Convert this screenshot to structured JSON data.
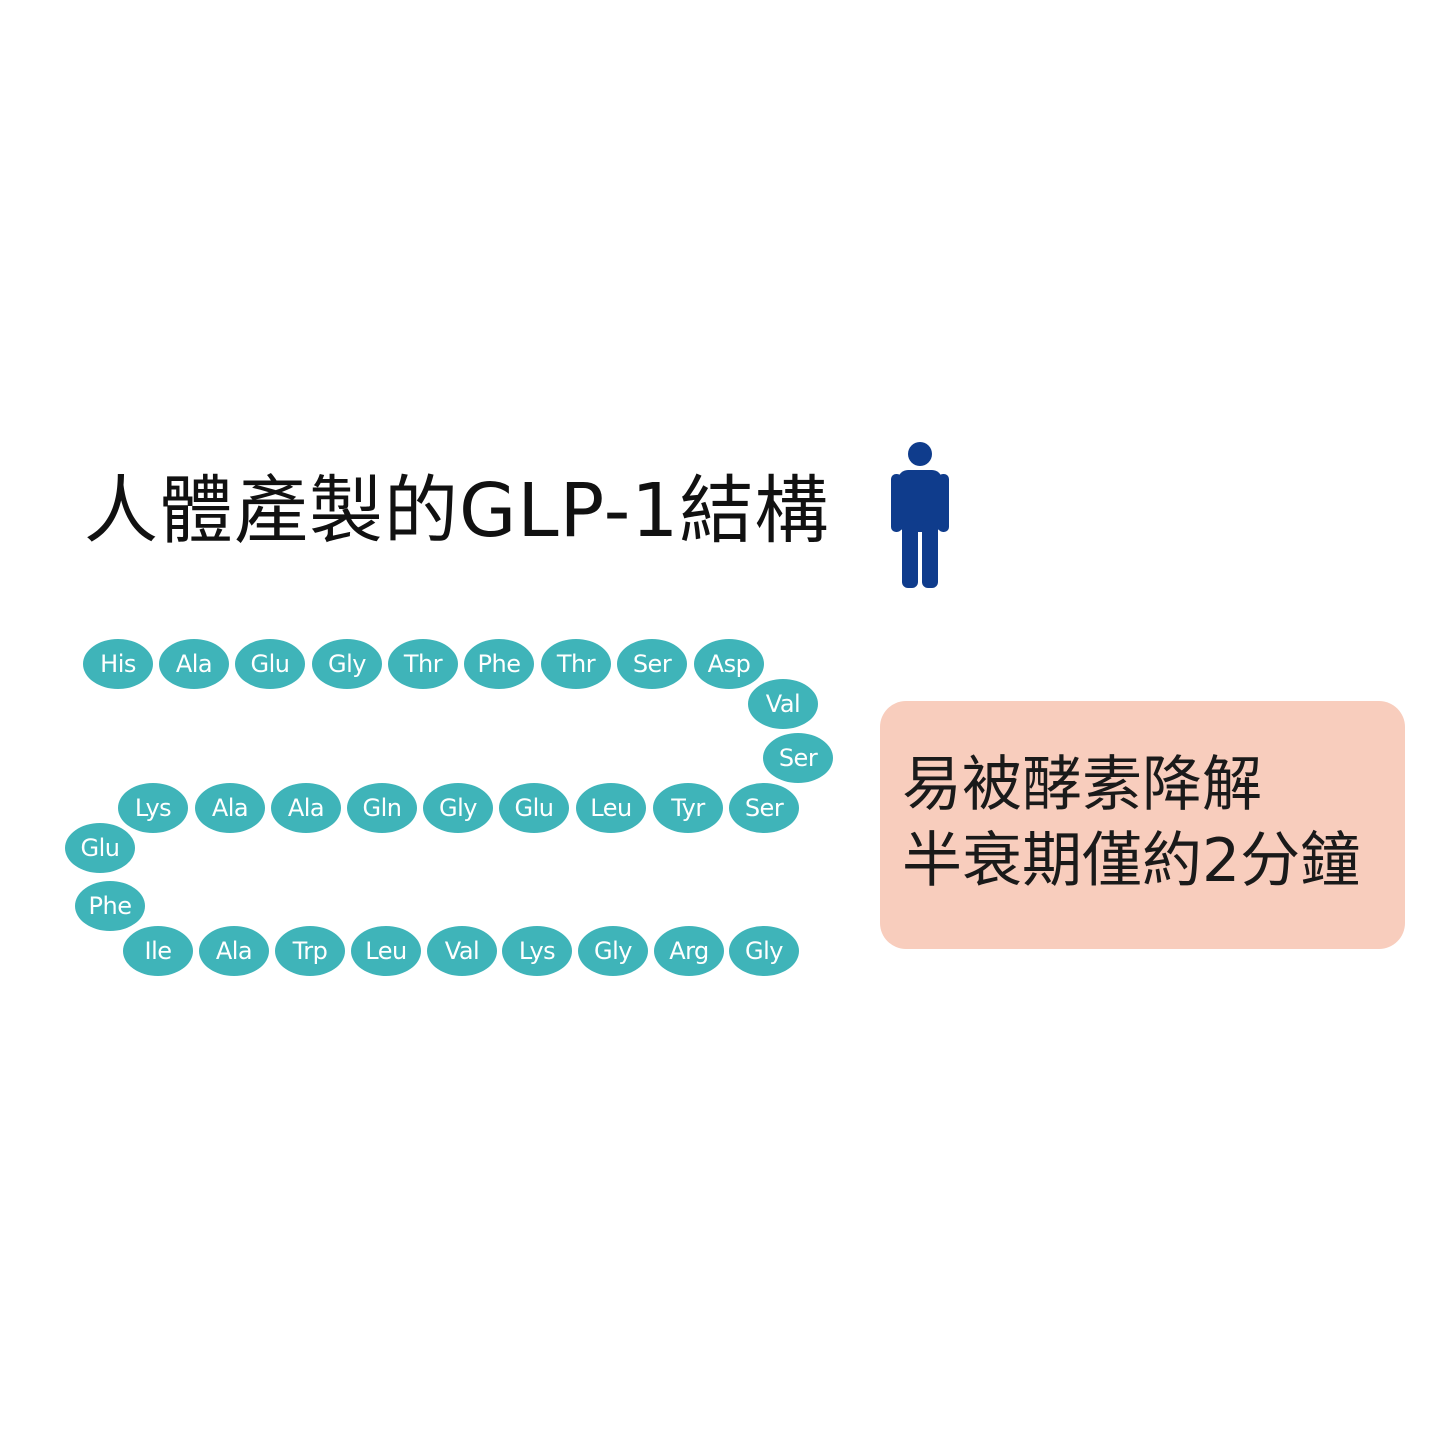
{
  "title": "人體產製的GLP-1結構",
  "icon": "person-icon",
  "colors": {
    "bead": "#3fb4b9",
    "note_background": "#f8cdbd",
    "person": "#0f3c8c"
  },
  "residues": [
    "His",
    "Ala",
    "Glu",
    "Gly",
    "Thr",
    "Phe",
    "Thr",
    "Ser",
    "Asp",
    "Val",
    "Ser",
    "Ser",
    "Tyr",
    "Leu",
    "Glu",
    "Gly",
    "Gln",
    "Ala",
    "Ala",
    "Lys",
    "Glu",
    "Phe",
    "Ile",
    "Ala",
    "Trp",
    "Leu",
    "Val",
    "Lys",
    "Gly",
    "Arg",
    "Gly"
  ],
  "note": {
    "line1": "易被酵素降解",
    "line2": "半衰期僅約2分鐘"
  }
}
